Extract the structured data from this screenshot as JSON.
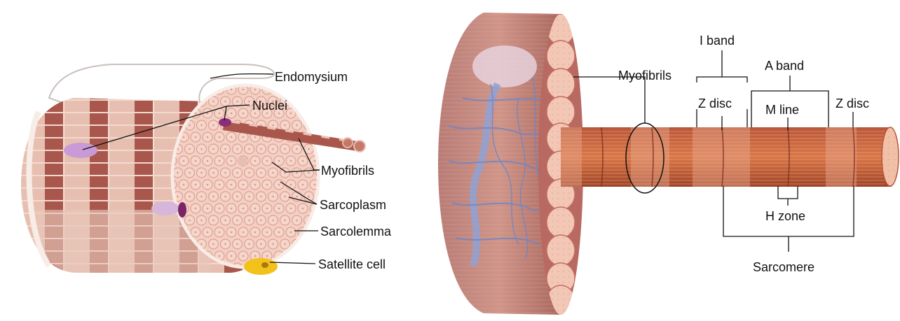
{
  "left_panel": {
    "labels": {
      "endomysium": "Endomysium",
      "nuclei": "Nuclei",
      "myofibrils": "Myofibrils",
      "sarcoplasm": "Sarcoplasm",
      "sarcolemma": "Sarcolemma",
      "satellite_cell": "Satellite cell"
    }
  },
  "right_panel": {
    "labels": {
      "myofibrils": "Myofibrils",
      "i_band": "I band",
      "a_band": "A band",
      "z_disc_left": "Z disc",
      "m_line": "M line",
      "z_disc_right": "Z disc",
      "h_zone": "H zone",
      "sarcomere": "Sarcomere"
    }
  },
  "colors": {
    "fiber_light": "#e9c2b3",
    "fiber_dark": "#a6544a",
    "sarcolemma": "#f5e4dc",
    "nucleus": "#8a2d7a",
    "nucleus_pale": "#c99ad6",
    "satellite_cell": "#f3c21a",
    "myofibril_fill": "#f6d5ca",
    "capillary": "#6f86c6",
    "sarcomere_band": "#c8542a"
  }
}
